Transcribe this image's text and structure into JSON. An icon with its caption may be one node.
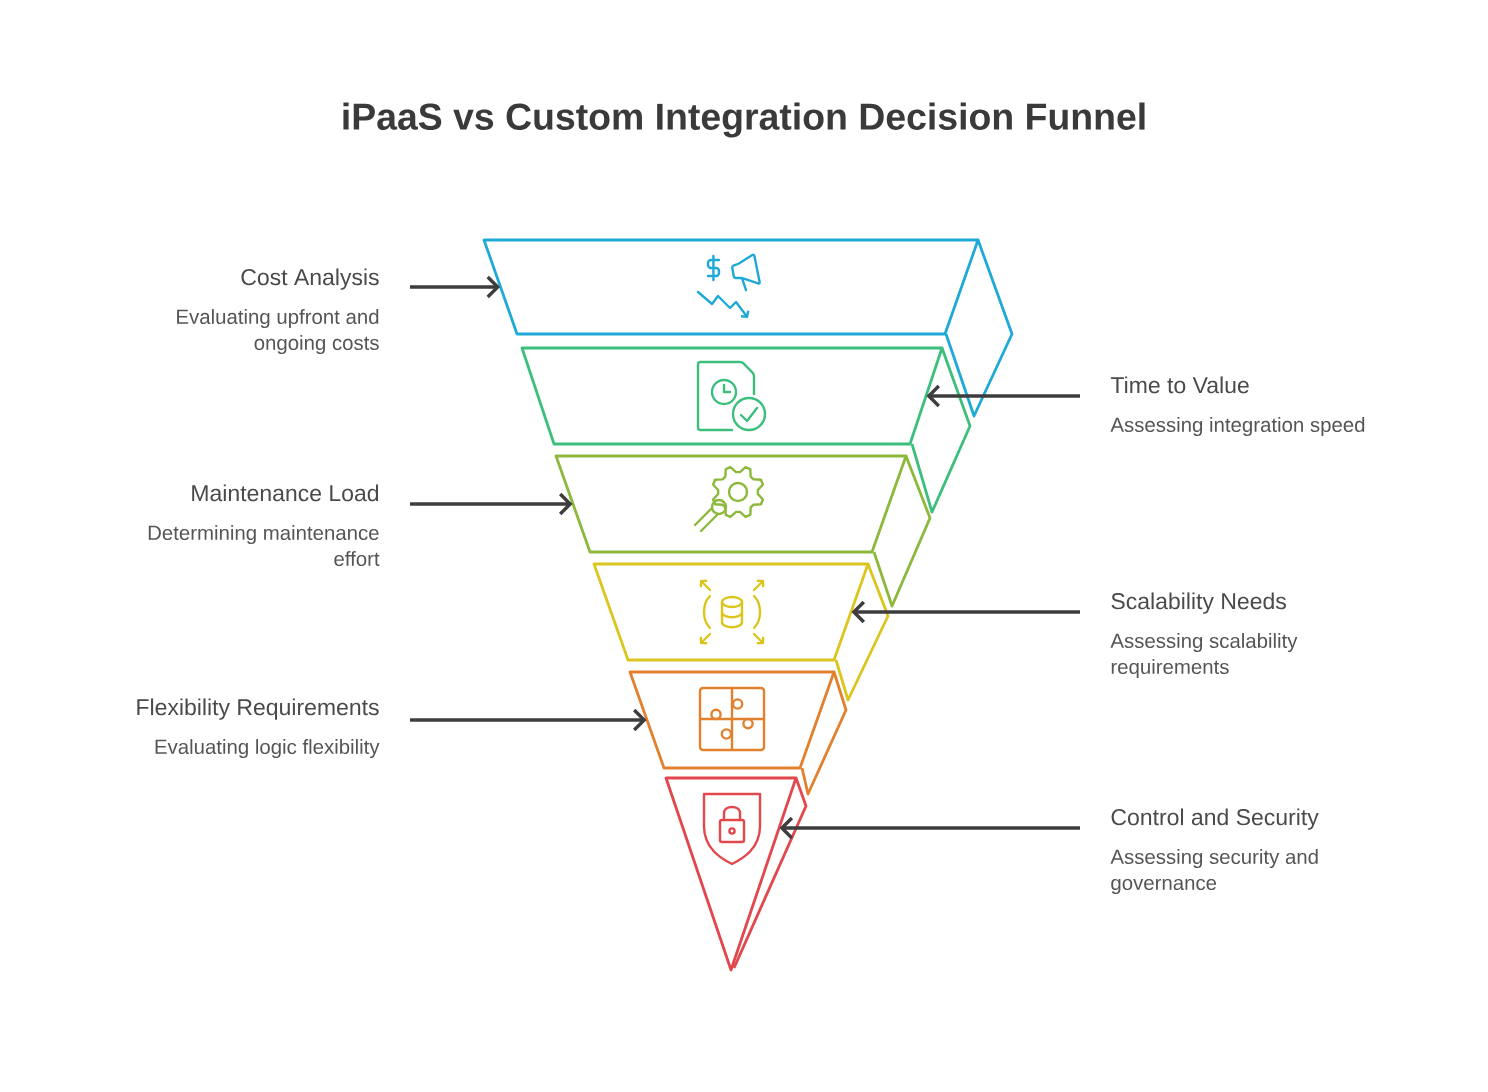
{
  "diagram": {
    "title": "iPaaS vs Custom Integration Decision Funnel",
    "nodes": [
      {
        "text": [],
        "shape": "trapezoid"
      },
      {
        "text": [],
        "shape": "trapezoid"
      },
      {
        "text": [],
        "shape": "trapezoid"
      },
      {
        "text": [],
        "shape": "trapezoid"
      },
      {
        "text": [],
        "shape": "trapezoid"
      },
      {
        "text": [],
        "shape": "triangle"
      },
      {
        "text": [
          "Cost Analysis",
          "Evaluating upfront and ongoing costs"
        ]
      },
      {
        "text": [
          "Time to Value",
          "Assessing integration speed"
        ]
      },
      {
        "text": [
          "Maintenance Load",
          "Determining maintenance effort"
        ]
      },
      {
        "text": [
          "Scalability Needs",
          "Assessing scalability requirements"
        ]
      },
      {
        "text": [
          "Flexibility Requirements",
          "Evaluating logic flexibility"
        ]
      },
      {
        "text": [
          "Control and Security",
          "Assessing security and governance"
        ]
      }
    ],
    "edges": [
      {
        "from": 6,
        "to": 0,
        "arrow": "to"
      },
      {
        "from": 7,
        "to": 1,
        "arrow": "to"
      },
      {
        "from": 8,
        "to": 2,
        "arrow": "to"
      },
      {
        "from": 9,
        "to": 3,
        "arrow": "to"
      },
      {
        "from": 10,
        "to": 4,
        "arrow": "to"
      },
      {
        "from": 11,
        "to": 5,
        "arrow": "to"
      }
    ]
  }
}
